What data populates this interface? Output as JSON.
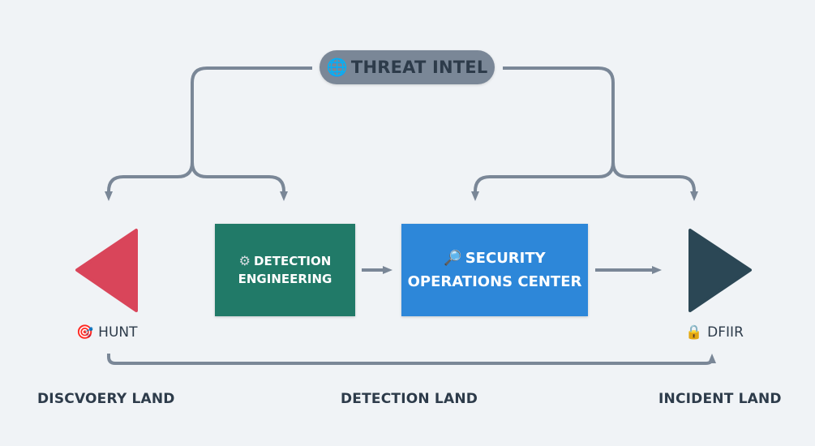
{
  "threat_intel": {
    "label": "THREAT INTEL",
    "icon": "globe-icon",
    "color": "#7a8797"
  },
  "nodes": {
    "detection_engineering": {
      "line1": "DETECTION",
      "line2": "ENGINEERING",
      "icon": "gear-icon",
      "color": "#217a68"
    },
    "security_operations_center": {
      "line1": "SECURITY",
      "line2": "OPERATIONS CENTER",
      "icon": "magnifier-icon",
      "color": "#2d87d9"
    },
    "hunt": {
      "label": "HUNT",
      "icon": "target-icon",
      "color": "#d9455a"
    },
    "dfiir": {
      "label": "DFIIR",
      "icon": "lock-icon",
      "color": "#2b4755"
    }
  },
  "lands": {
    "discovery": "DISCVOERY LAND",
    "detection": "DETECTION LAND",
    "incident": "INCIDENT LAND"
  },
  "connector_color": "#7a8797"
}
